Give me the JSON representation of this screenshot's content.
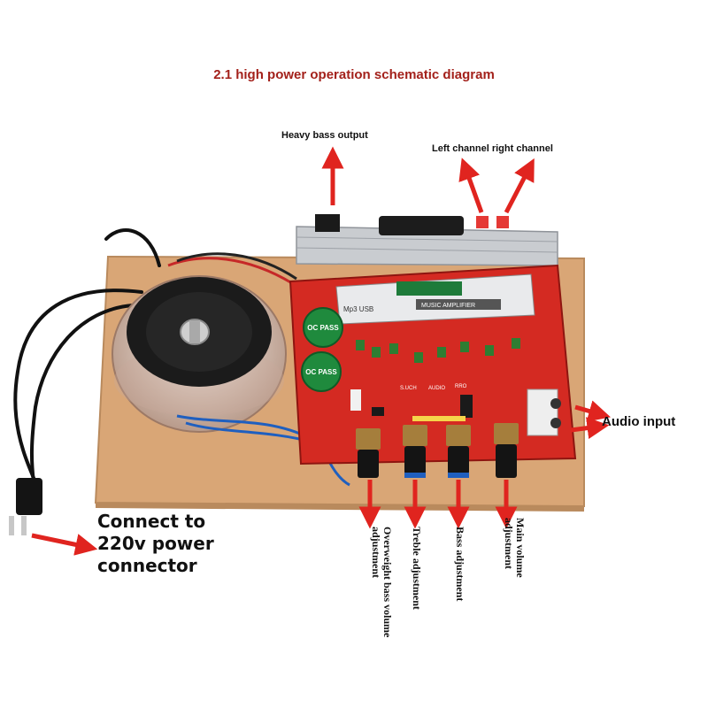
{
  "title": "2.1 high power operation schematic diagram",
  "labels": {
    "heavy_bass_output": "Heavy bass output",
    "left_right_channel": "Left channel right channel",
    "audio_input": "Audio input",
    "power_line1": "Connect to",
    "power_line2": "220v power",
    "power_line3": "connector",
    "overweight_bass": "Overweight bass volume adjustment",
    "treble": "Treble adjustment",
    "bass": "Bass adjustment",
    "main_volume": "Main volume adjustment"
  },
  "board_text": {
    "capacitor_1": "OC PASS",
    "capacitor_2": "OC PASS",
    "module_label": "MUSIC AMPLIFIER",
    "mp3_label": "Mp3 USB",
    "silk_1": "S.UCH",
    "silk_2": "AUDIO",
    "silk_3": "RRO"
  },
  "colors": {
    "title": "#a3211b",
    "arrow": "#e0241f",
    "board": "#d42a22",
    "wood": "#d9a676"
  }
}
